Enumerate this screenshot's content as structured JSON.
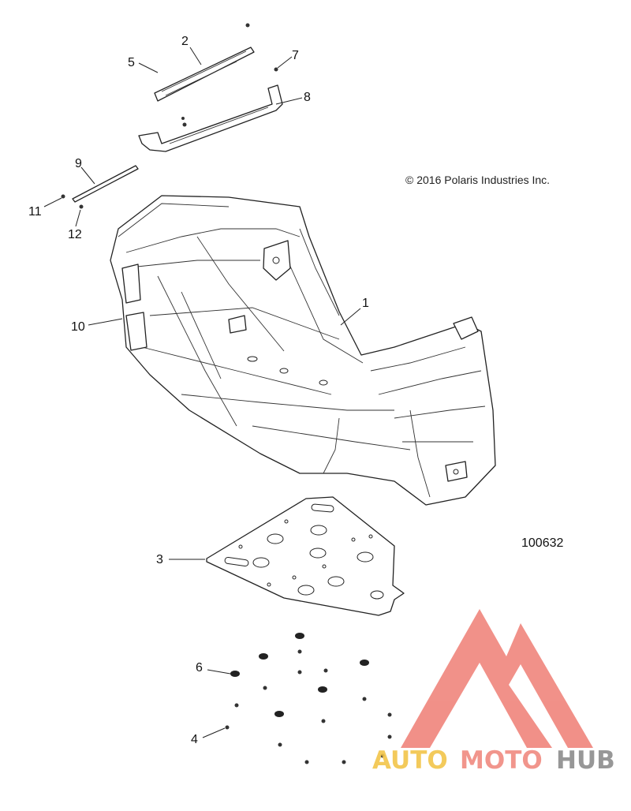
{
  "copyright": "© 2016 Polaris Industries Inc.",
  "figure_number": "100632",
  "callouts": {
    "c1": "1",
    "c2": "2",
    "c3": "3",
    "c4": "4",
    "c5": "5",
    "c6": "6",
    "c7": "7",
    "c8": "8",
    "c9": "9",
    "c10": "10",
    "c11": "11",
    "c12": "12"
  },
  "watermark": {
    "part1": "AUTO",
    "part2": "MOTO",
    "part3": "HUB",
    "colors": {
      "auto": "#f2c54a",
      "moto": "#f08a80",
      "hub": "#8c8c8c",
      "logo": "#f0857c"
    }
  }
}
